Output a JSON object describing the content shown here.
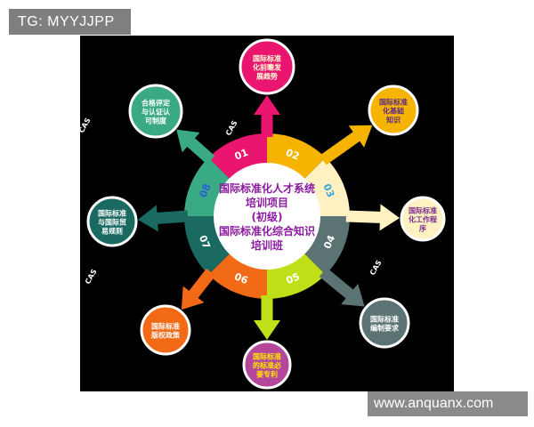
{
  "top_tag": "TG: MYYJJPP",
  "watermark": "www.anquanx.com",
  "center": {
    "lines": [
      "国际标准化人才系统",
      "培训项目",
      "(初级)",
      "国际标准化综合知识",
      "培训班"
    ]
  },
  "colors": {
    "s01": "#e9156f",
    "s02": "#f6b400",
    "s03": "#fff1c2",
    "s04": "#5c7374",
    "s05": "#c0df18",
    "s06": "#f26a15",
    "s07": "#1a6a62",
    "s08": "#3aaa85"
  },
  "segments": [
    {
      "num": "01",
      "color": "#e9156f",
      "num_color": "#ffffff",
      "circle_fill": "#e9156f",
      "circle_text_color": "#ffffd8",
      "lines": [
        "国际标准",
        "化前瞻发",
        "展趋势"
      ]
    },
    {
      "num": "02",
      "color": "#f6b400",
      "num_color": "#ffffff",
      "circle_fill": "#f6b400",
      "circle_text_color": "#5a2a88",
      "lines": [
        "国际标准",
        "化基础",
        "知识"
      ]
    },
    {
      "num": "03",
      "color": "#fff1c2",
      "num_color": "#3aa8d8",
      "circle_fill": "#fff1c2",
      "circle_text_color": "#7b2c90",
      "lines": [
        "国际标准",
        "化工作程",
        "序"
      ]
    },
    {
      "num": "04",
      "color": "#5c7374",
      "num_color": "#ffffff",
      "circle_fill": "#5c7374",
      "circle_text_color": "#ffffff",
      "lines": [
        "国际标准",
        "编制要求"
      ]
    },
    {
      "num": "05",
      "color": "#c0df18",
      "num_color": "#ffffff",
      "circle_fill": "#b5479b",
      "circle_text_color": "#ffe600",
      "lines": [
        "国际标准",
        "的标准必",
        "要专利"
      ]
    },
    {
      "num": "06",
      "color": "#f26a15",
      "num_color": "#ffffff",
      "circle_fill": "#f26a15",
      "circle_text_color": "#ffffff",
      "lines": [
        "国际标准",
        "版权政策"
      ]
    },
    {
      "num": "07",
      "color": "#1a6a62",
      "num_color": "#ffffff",
      "circle_fill": "#1a6a62",
      "circle_text_color": "#ffffff",
      "lines": [
        "国际标准",
        "与国际贸",
        "易规则"
      ]
    },
    {
      "num": "08",
      "color": "#3aaa85",
      "num_color": "#2a5ed8",
      "circle_fill": "#3aaa85",
      "circle_text_color": "#ffffff",
      "lines": [
        "合格评定",
        "与认证认",
        "可制度"
      ]
    }
  ],
  "cas_labels": [
    "CAS",
    "CAS",
    "CAS",
    "CAS"
  ]
}
